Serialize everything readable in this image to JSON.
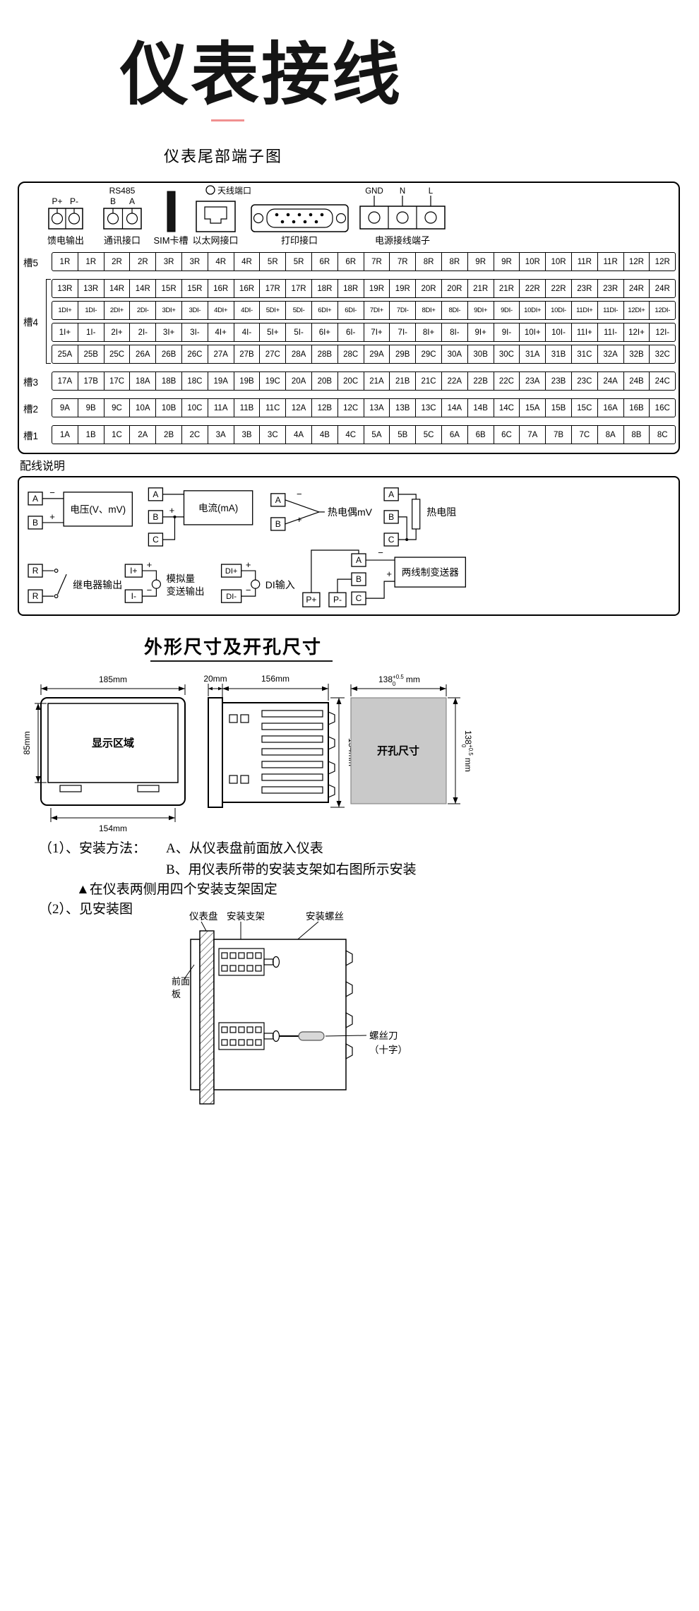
{
  "page": {
    "title": "仪表接线",
    "terminal_section_title": "仪表尾部端子图",
    "wiring_label": "配线说明",
    "dimensions_title": "外形尺寸及开孔尺寸"
  },
  "colors": {
    "accent_red": "#f09090",
    "cutout_gray": "#c9c9c9"
  },
  "connectors": {
    "feed": {
      "label": "馈电输出",
      "pins": [
        "P+",
        "P-"
      ]
    },
    "comm": {
      "label": "通讯接口",
      "bus": "RS485",
      "pins": [
        "B",
        "A"
      ]
    },
    "sim": {
      "label": "SIM卡槽"
    },
    "ethernet": {
      "label": "以太网接口"
    },
    "antenna": {
      "label": "天线端口"
    },
    "printer": {
      "label": "打印接口"
    },
    "power": {
      "label": "电源接线端子",
      "pins": [
        "GND",
        "N",
        "L"
      ]
    }
  },
  "terminals": {
    "slots": [
      {
        "label": "槽5",
        "rows": [
          {
            "small": false,
            "cells": [
              "1R",
              "1R",
              "2R",
              "2R",
              "3R",
              "3R",
              "4R",
              "4R",
              "5R",
              "5R",
              "6R",
              "6R",
              "7R",
              "7R",
              "8R",
              "8R",
              "9R",
              "9R",
              "10R",
              "10R",
              "11R",
              "11R",
              "12R",
              "12R"
            ]
          }
        ]
      },
      {
        "label": "槽4",
        "rows": [
          {
            "small": false,
            "cells": [
              "13R",
              "13R",
              "14R",
              "14R",
              "15R",
              "15R",
              "16R",
              "16R",
              "17R",
              "17R",
              "18R",
              "18R",
              "19R",
              "19R",
              "20R",
              "20R",
              "21R",
              "21R",
              "22R",
              "22R",
              "23R",
              "23R",
              "24R",
              "24R"
            ]
          },
          {
            "small": true,
            "cells": [
              "1DI+",
              "1DI-",
              "2DI+",
              "2DI-",
              "3DI+",
              "3DI-",
              "4DI+",
              "4DI-",
              "5DI+",
              "5DI-",
              "6DI+",
              "6DI-",
              "7DI+",
              "7DI-",
              "8DI+",
              "8DI-",
              "9DI+",
              "9DI-",
              "10DI+",
              "10DI-",
              "11DI+",
              "11DI-",
              "12DI+",
              "12DI-"
            ]
          },
          {
            "small": false,
            "cells": [
              "1I+",
              "1I-",
              "2I+",
              "2I-",
              "3I+",
              "3I-",
              "4I+",
              "4I-",
              "5I+",
              "5I-",
              "6I+",
              "6I-",
              "7I+",
              "7I-",
              "8I+",
              "8I-",
              "9I+",
              "9I-",
              "10I+",
              "10I-",
              "11I+",
              "11I-",
              "12I+",
              "12I-"
            ]
          },
          {
            "small": false,
            "cells": [
              "25A",
              "25B",
              "25C",
              "26A",
              "26B",
              "26C",
              "27A",
              "27B",
              "27C",
              "28A",
              "28B",
              "28C",
              "29A",
              "29B",
              "29C",
              "30A",
              "30B",
              "30C",
              "31A",
              "31B",
              "31C",
              "32A",
              "32B",
              "32C"
            ]
          }
        ]
      },
      {
        "label": "槽3",
        "rows": [
          {
            "small": false,
            "cells": [
              "17A",
              "17B",
              "17C",
              "18A",
              "18B",
              "18C",
              "19A",
              "19B",
              "19C",
              "20A",
              "20B",
              "20C",
              "21A",
              "21B",
              "21C",
              "22A",
              "22B",
              "22C",
              "23A",
              "23B",
              "23C",
              "24A",
              "24B",
              "24C"
            ]
          }
        ]
      },
      {
        "label": "槽2",
        "rows": [
          {
            "small": false,
            "cells": [
              "9A",
              "9B",
              "9C",
              "10A",
              "10B",
              "10C",
              "11A",
              "11B",
              "11C",
              "12A",
              "12B",
              "12C",
              "13A",
              "13B",
              "13C",
              "14A",
              "14B",
              "14C",
              "15A",
              "15B",
              "15C",
              "16A",
              "16B",
              "16C"
            ]
          }
        ]
      },
      {
        "label": "槽1",
        "rows": [
          {
            "small": false,
            "cells": [
              "1A",
              "1B",
              "1C",
              "2A",
              "2B",
              "2C",
              "3A",
              "3B",
              "3C",
              "4A",
              "4B",
              "4C",
              "5A",
              "5B",
              "5C",
              "6A",
              "6B",
              "6C",
              "7A",
              "7B",
              "7C",
              "8A",
              "8B",
              "8C"
            ]
          }
        ]
      }
    ]
  },
  "wiring": {
    "voltage": {
      "terminals": [
        "A",
        "B"
      ],
      "signs": [
        "−",
        "+"
      ],
      "box": "电压(V、mV)"
    },
    "current": {
      "terminals": [
        "A",
        "B",
        "C"
      ],
      "sign": "+",
      "box": "电流(mA)"
    },
    "thermocouple": {
      "terminals": [
        "A",
        "B"
      ],
      "signs": [
        "−",
        "+"
      ],
      "label": "热电偶mV"
    },
    "rtd": {
      "terminals": [
        "A",
        "B",
        "C"
      ],
      "label": "热电阻"
    },
    "relay": {
      "terminals": [
        "R",
        "R"
      ],
      "label": "继电器输出"
    },
    "analog_out": {
      "terminals": [
        "I+",
        "I-"
      ],
      "signs": [
        "+",
        "−"
      ],
      "label_line1": "模拟量",
      "label_line2": "变送输出"
    },
    "di": {
      "terminals": [
        "DI+",
        "DI-"
      ],
      "signs": [
        "+",
        "−"
      ],
      "label": "DI输入"
    },
    "transmitter": {
      "terminals": [
        "A",
        "B",
        "C"
      ],
      "power_pins": [
        "P+",
        "P-"
      ],
      "signs": [
        "−",
        "+"
      ],
      "box": "两线制变送器"
    }
  },
  "dimensions": {
    "front": {
      "width": "185mm",
      "height": "85mm",
      "bottom": "154mm",
      "screen": "显示区域"
    },
    "side": {
      "flange": "20mm",
      "body": "156mm",
      "height": "154mm"
    },
    "cutout": {
      "label": "开孔尺寸",
      "base": "138",
      "sup": "+0.5",
      "sub": "0",
      "unit": "mm"
    }
  },
  "install": {
    "step1_prefix": "（1）、安装方法：",
    "step1_a": "A、从仪表盘前面放入仪表",
    "step1_b": "B、用仪表所带的安装支架如右图所示安装",
    "note": "▲在仪表两侧用四个安装支架固定",
    "step2": "（2）、见安装图",
    "labels": {
      "panel": "仪表盘",
      "bracket": "安装支架",
      "screw": "安装螺丝",
      "front_panel_line1": "前面",
      "front_panel_line2": "板",
      "screwdriver_line1": "螺丝刀",
      "screwdriver_line2": "（十字）"
    }
  }
}
